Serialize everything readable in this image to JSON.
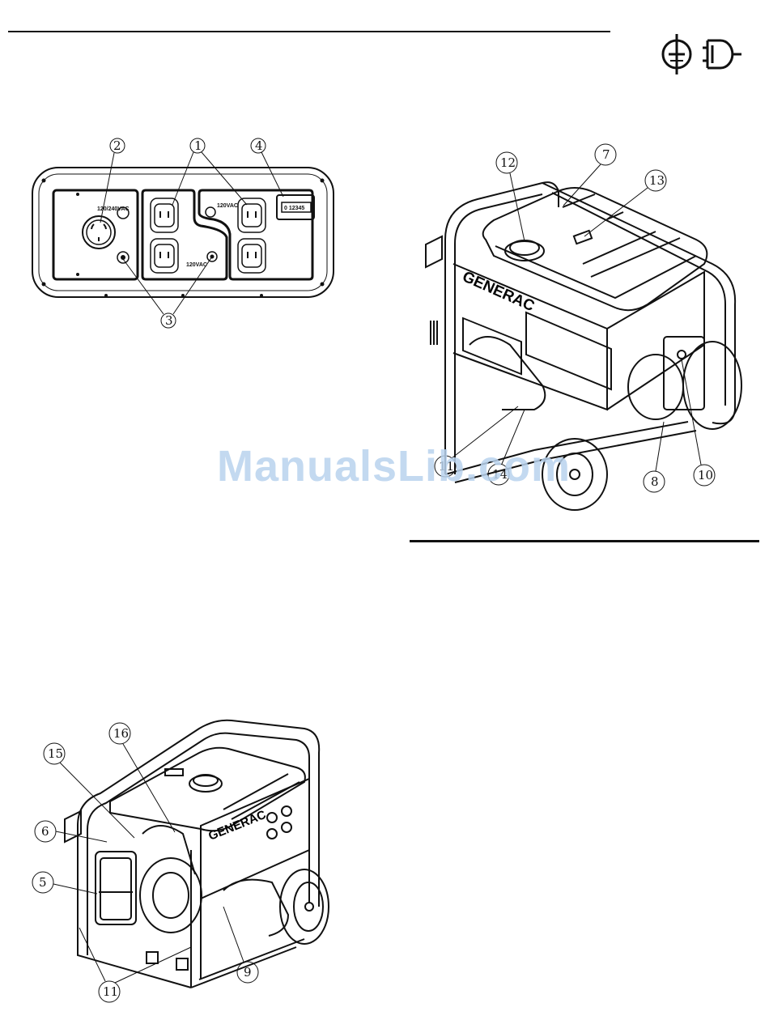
{
  "header_icons": [
    "ground-terminal-icon",
    "plug-icon"
  ],
  "panel": {
    "callouts": [
      "1",
      "2",
      "3",
      "4"
    ],
    "labels": {
      "twist_lock": "120/240VAC",
      "duplex_right": "120VAC",
      "duplex_left": "120VAC",
      "hour_meter": "0 12345"
    }
  },
  "generator_front": {
    "callouts": [
      "7",
      "8",
      "10",
      "11",
      "12",
      "13",
      "14"
    ],
    "brand": "GENERAC"
  },
  "generator_rear": {
    "callouts": [
      "5",
      "6",
      "9",
      "11",
      "15",
      "16"
    ],
    "brand": "GENERAC"
  },
  "watermark": "ManualsLib.com"
}
